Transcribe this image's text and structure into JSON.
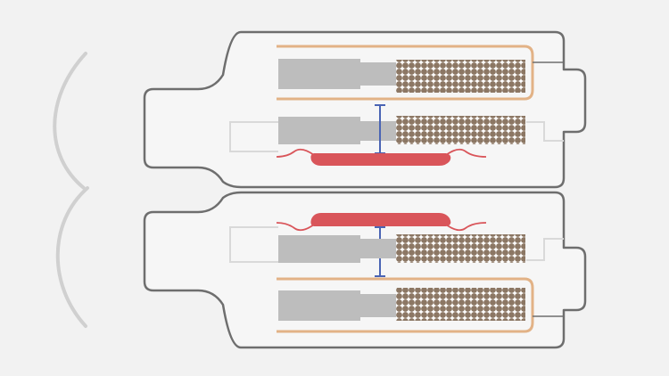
{
  "diagram": {
    "background": "#f2f2f2",
    "colors": {
      "outline": "#6e6e6e",
      "pin": "#bdbdbd",
      "wire": "#d9d9d9",
      "coil_bead": "#8c7764",
      "coil_gap": "#ffffff",
      "coil_wrap": "#e2b286",
      "seal": "#d9555a",
      "bridge": "#4a64b4",
      "arc": "#d0d0d0"
    },
    "units": [
      {
        "name": "upper-connector",
        "orientation": "seal-below"
      },
      {
        "name": "lower-connector",
        "orientation": "seal-above"
      }
    ]
  }
}
